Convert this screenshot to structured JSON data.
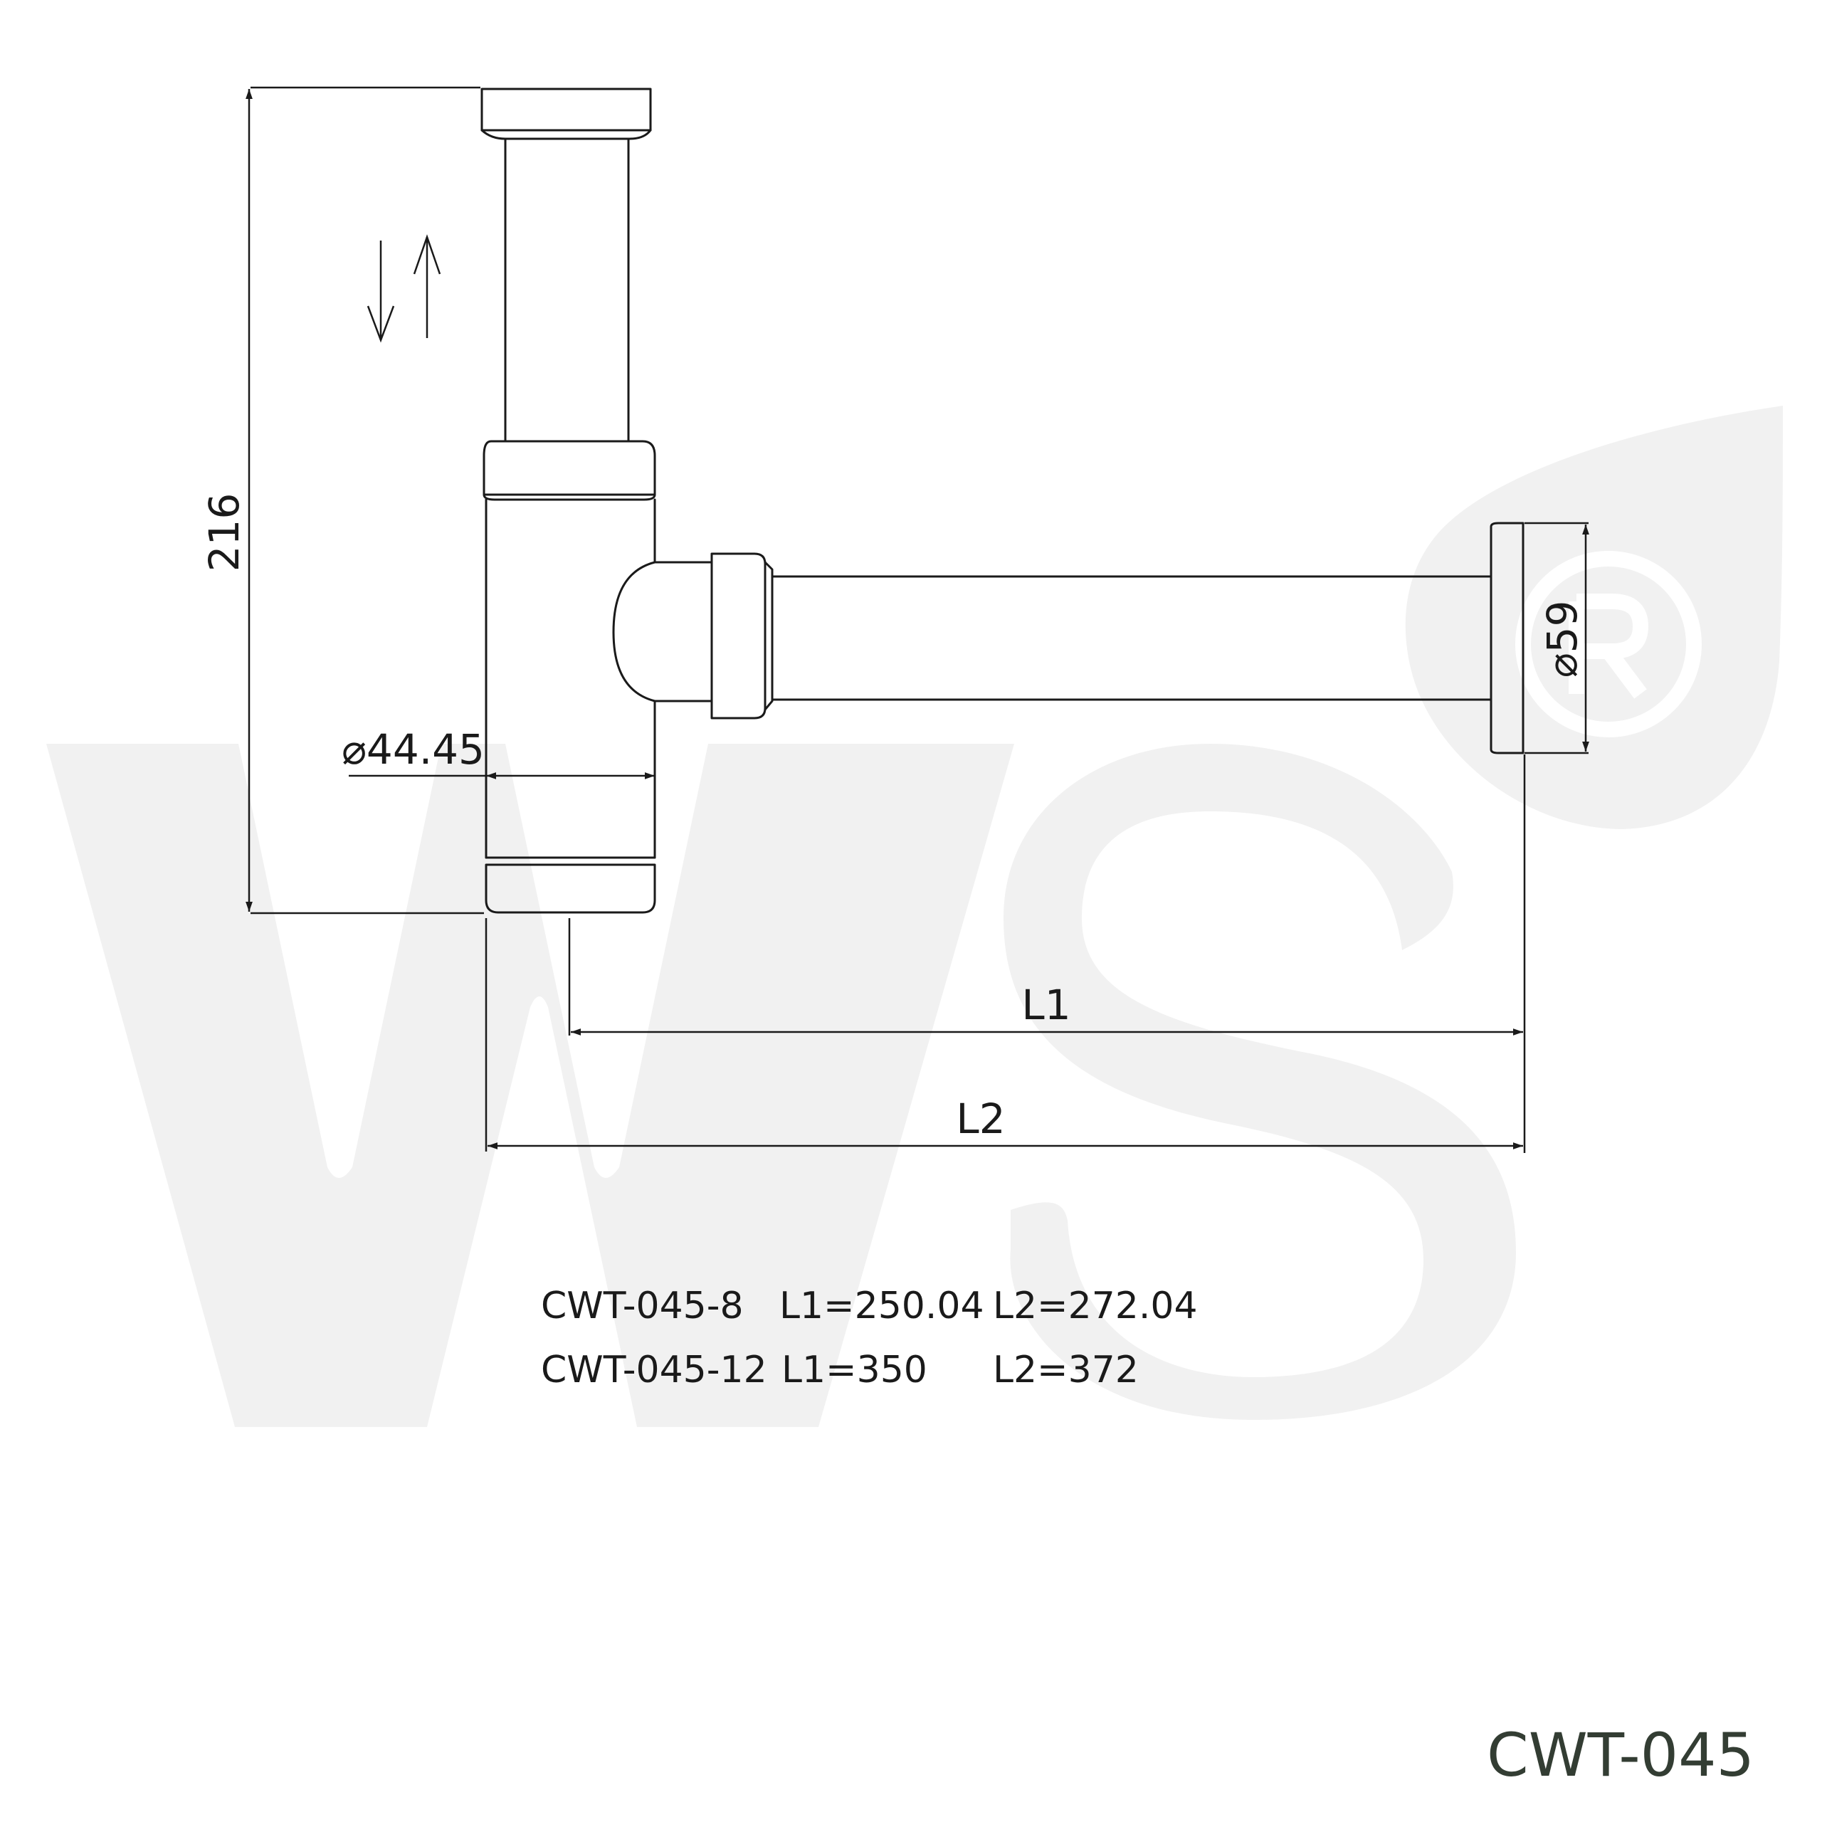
{
  "diagram": {
    "dimensions": {
      "height": "216",
      "inlet_diameter": "⌀44.45",
      "flange_diameter": "⌀59",
      "l1": "L1",
      "l2": "L2"
    },
    "variants": [
      {
        "model": "CWT-045-8",
        "l1": "L1=250.04",
        "l2": "L2=272.04"
      },
      {
        "model": "CWT-045-12",
        "l1": "L1=350",
        "l2": "L2=372"
      }
    ],
    "model_number": "CWT-045"
  },
  "watermark": {
    "logo_text": "WS",
    "registered_mark": "®",
    "color": "#f1f1f1"
  },
  "colors": {
    "line": "#1a1a1a",
    "model_number": "#333d33"
  }
}
